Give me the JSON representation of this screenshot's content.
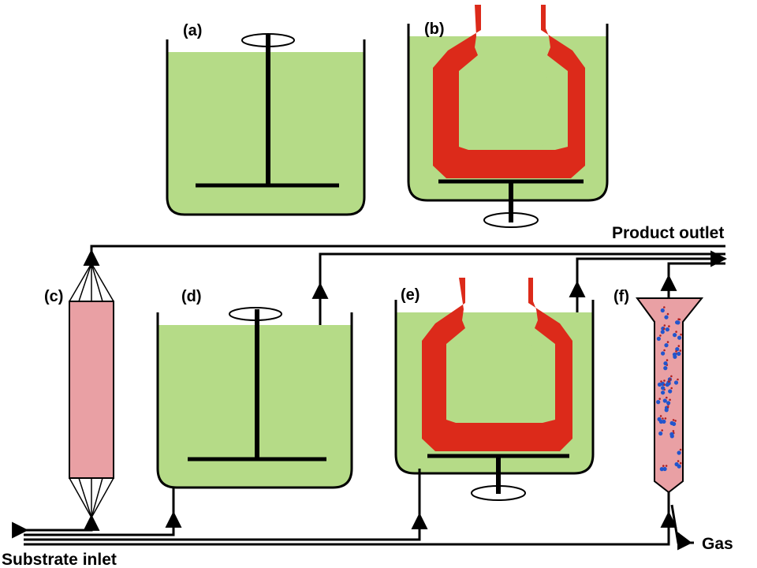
{
  "labels": {
    "a": "(a)",
    "b": "(b)",
    "c": "(c)",
    "d": "(d)",
    "e": "(e)",
    "f": "(f)",
    "product_outlet": "Product outlet",
    "substrate_inlet": "Substrate inlet",
    "gas": "Gas"
  },
  "colors": {
    "liquid": "#b5db87",
    "packed_column": "#e9a0a4",
    "membrane_insert": "#dc2a1a",
    "outline": "#000000",
    "bubbles": "#2255cc"
  }
}
